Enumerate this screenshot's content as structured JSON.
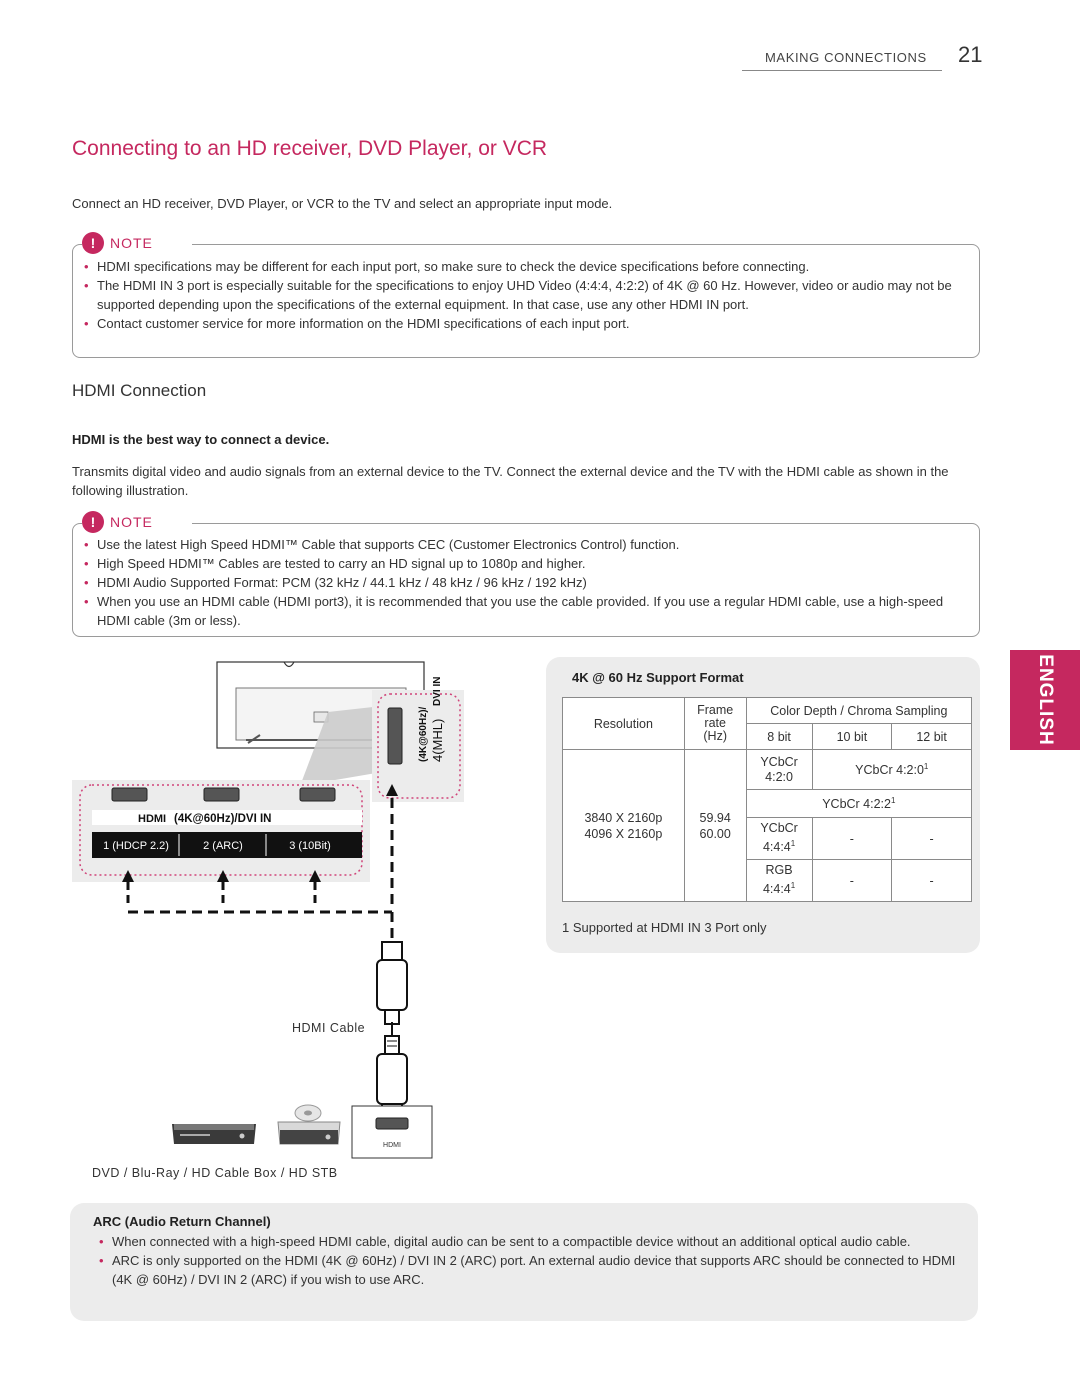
{
  "header": {
    "section": "MAKING CONNECTIONS",
    "page_number": "21"
  },
  "title": "Connecting to an HD receiver, DVD Player, or VCR",
  "intro": "Connect an HD receiver, DVD Player, or VCR to the TV and select an appropriate input mode.",
  "note_label": "NOTE",
  "note1": [
    "HDMI specifications may be different for each input port, so make sure to check the device specifications before connecting.",
    "The HDMI IN 3 port is especially suitable for the specifications to enjoy UHD Video (4:4:4, 4:2:2) of 4K @ 60 Hz. However, video or audio may not be supported depending upon the specifications of the external equipment. In that case, use any other HDMI IN port.",
    "Contact customer service for more information on the HDMI specifications of each input port."
  ],
  "hdmi_section": {
    "heading": "HDMI Connection",
    "subheading": "HDMI is the best way to connect a device.",
    "paragraph": "Transmits digital video and audio signals from an external device to the TV. Connect the external device and the TV with the HDMI cable as shown in the following illustration."
  },
  "note2": [
    "Use the latest High Speed HDMI™ Cable that supports CEC (Customer Electronics Control) function.",
    "High Speed HDMI™ Cables are tested to carry an HD signal up to 1080p and higher.",
    "HDMI Audio Supported Format: PCM (32 kHz / 44.1 kHz / 48 kHz / 96 kHz / 192 kHz)",
    "When you use an HDMI cable (HDMI port3), it is recommended that you use the cable provided. If you use a regular HDMI cable, use a high-speed HDMI cable (3m or less)."
  ],
  "side_tab": "ENGLISH",
  "diagram": {
    "port_header": "(4K@60Hz)/DVI IN",
    "hdmi_logo": "HDMI",
    "ports": [
      "1 (HDCP 2.2)",
      "2 (ARC)",
      "3 (10Bit)"
    ],
    "side_port_top": "(4K@60Hz)/",
    "side_port_mid": "DVI IN",
    "side_port_bottom": "4(MHL)",
    "cable_label": "HDMI Cable",
    "device_port_label": "HDMI",
    "device_caption": "DVD / Blu-Ray / HD Cable Box / HD STB"
  },
  "spec": {
    "title": "4K @ 60 Hz Support Format",
    "resolution_header": "Resolution",
    "frame_rate_header": [
      "Frame",
      "rate",
      "(Hz)"
    ],
    "color_header": "Color Depth / Chroma Sampling",
    "bit_headers": [
      "8 bit",
      "10 bit",
      "12 bit"
    ],
    "resolutions": [
      "3840 X 2160p",
      "4096 X 2160p"
    ],
    "frame_rates": [
      "59.94",
      "60.00"
    ],
    "rows": [
      {
        "fmt": [
          "YCbCr",
          "4:2:0"
        ],
        "merged": "YCbCr 4:2:0",
        "sup": "1"
      },
      {
        "merged": "YCbCr 4:2:2",
        "sup": "1"
      },
      {
        "fmt": [
          "YCbCr",
          "4:4:4"
        ],
        "sup": "1",
        "cells": [
          "-",
          "-"
        ]
      },
      {
        "fmt": [
          "RGB",
          "4:4:4"
        ],
        "sup": "1",
        "cells": [
          "-",
          "-"
        ]
      }
    ],
    "footnote": "1  Supported at HDMI IN 3 Port only"
  },
  "arc": {
    "title": "ARC (Audio Return Channel)",
    "items": [
      "When connected with a high-speed HDMI cable, digital audio can be sent to a compactible device without an additional optical audio cable.",
      "ARC is only supported on the HDMI (4K @ 60Hz) / DVI IN 2 (ARC) port. An external audio device that supports ARC should be connected to HDMI (4K @ 60Hz) / DVI IN 2 (ARC) if you wish to use ARC."
    ]
  },
  "colors": {
    "accent": "#c5285f",
    "panel": "#ececec",
    "port_bar": "#111111"
  }
}
